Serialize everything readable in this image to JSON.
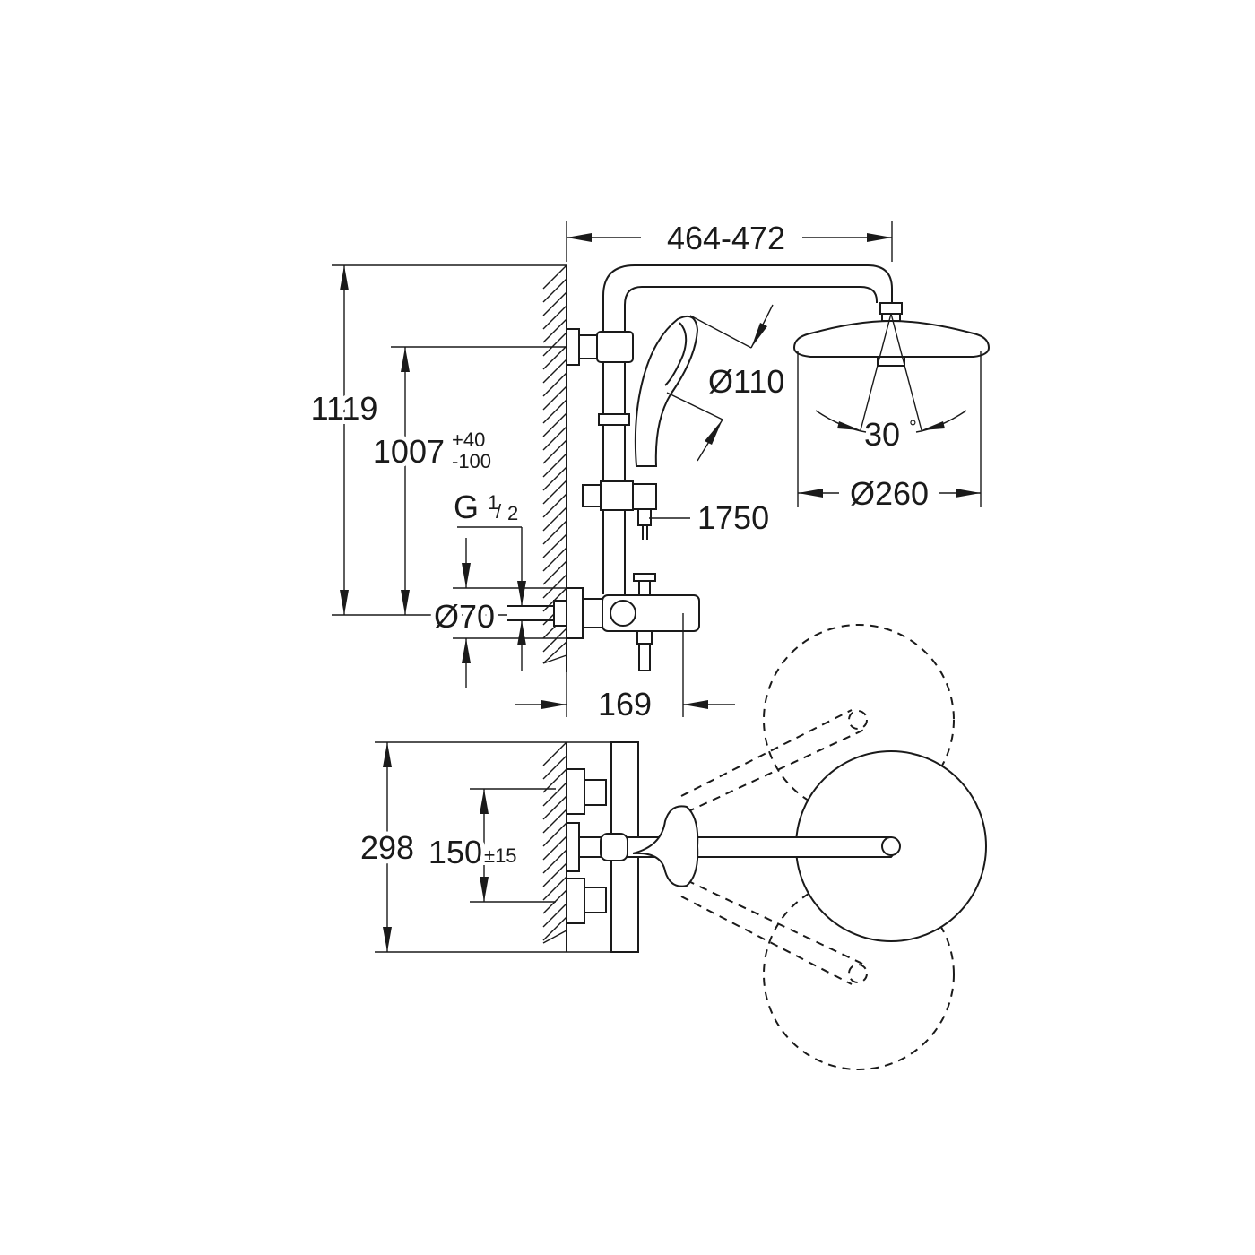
{
  "dimensions": {
    "arm_reach": "464-472",
    "total_height": "1119",
    "rail_height_base": "1007",
    "rail_height_tol_plus": "+40",
    "rail_height_tol_minus": "-100",
    "thread_prefix": "G",
    "thread_num": "1",
    "thread_den": "2",
    "escutcheon_diameter": "Ø70",
    "hand_shower_diameter": "Ø110",
    "hose_length": "1750",
    "head_shower_diameter": "Ø260",
    "tilt_angle": "30",
    "tilt_unit": "°",
    "mixer_projection": "169",
    "plan_depth": "298",
    "inlet_centres_base": "150",
    "inlet_centres_tol": "±15"
  }
}
